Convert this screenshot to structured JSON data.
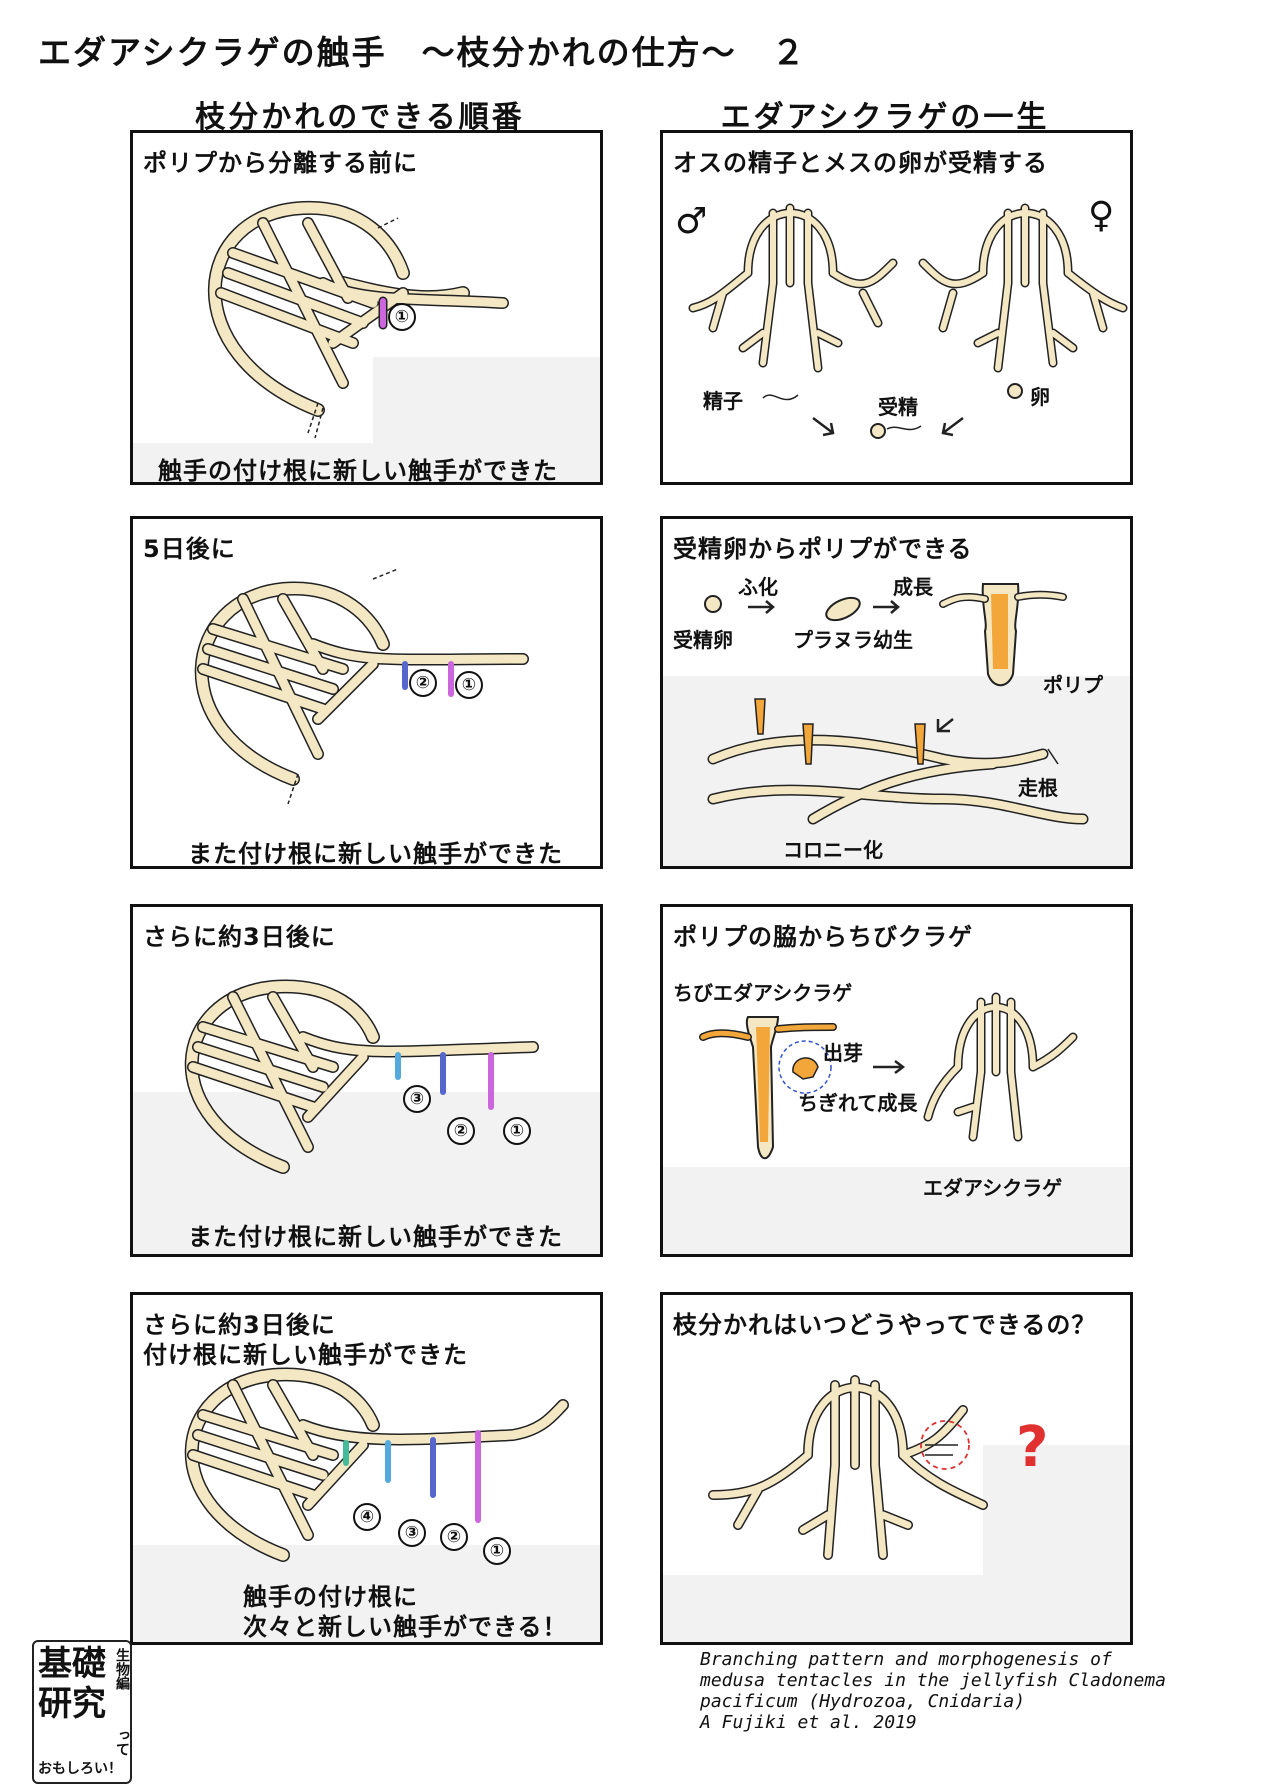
{
  "title": "エダアシクラゲの触手　～枝分かれの仕方～　２",
  "left_column": {
    "heading": "枝分かれのできる順番",
    "panels": [
      {
        "caption": "ポリプから分離する前に",
        "footer": "触手の付け根に新しい触手ができた",
        "numbers": [
          "①"
        ]
      },
      {
        "caption": "5日後に",
        "footer": "また付け根に新しい触手ができた",
        "numbers": [
          "②",
          "①"
        ]
      },
      {
        "caption": "さらに約3日後に",
        "footer": "また付け根に新しい触手ができた",
        "numbers": [
          "③",
          "②",
          "①"
        ]
      },
      {
        "caption_line1": "さらに約3日後に",
        "caption_line2": "付け根に新しい触手ができた",
        "footer_line1": "触手の付け根に",
        "footer_line2": "次々と新しい触手ができる！",
        "numbers": [
          "④",
          "③",
          "②",
          "①"
        ]
      }
    ]
  },
  "right_column": {
    "heading": "エダアシクラゲの一生",
    "panel1": {
      "caption": "オスの精子とメスの卵が受精する",
      "male": "♂",
      "female": "♀",
      "sperm": "精子",
      "fertilization": "受精",
      "egg": "卵"
    },
    "panel2": {
      "caption": "受精卵からポリプができる",
      "fertilized_egg": "受精卵",
      "hatch": "ふ化",
      "planula": "プラヌラ幼生",
      "growth": "成長",
      "polyp": "ポリプ",
      "stolon": "走根",
      "colony": "コロニー化"
    },
    "panel3": {
      "caption": "ポリプの脇からちびクラゲ",
      "baby": "ちびエダアシクラゲ",
      "budding": "出芽",
      "detach": "ちぎれて成長",
      "adult": "エダアシクラゲ"
    },
    "panel4": {
      "caption": "枝分かれはいつどうやってできるの？",
      "question": "?"
    }
  },
  "logo": {
    "line1": "基礎",
    "line2": "研究",
    "side": "生物編",
    "tail": "って",
    "bottom": "おもしろい！"
  },
  "citation": "Branching pattern and morphogenesis of\nmedusa tentacles in the jellyfish Cladonema\npacificum (Hydrozoa, Cnidaria)\nA Fujiki et al. 2019",
  "colors": {
    "body": "#f3e7c4",
    "outline": "#222222",
    "orange": "#f3a73b",
    "t1": "#cc66dd",
    "t2": "#5566cc",
    "t3": "#55aadd",
    "t4": "#44bb99",
    "red": "#e03030"
  }
}
